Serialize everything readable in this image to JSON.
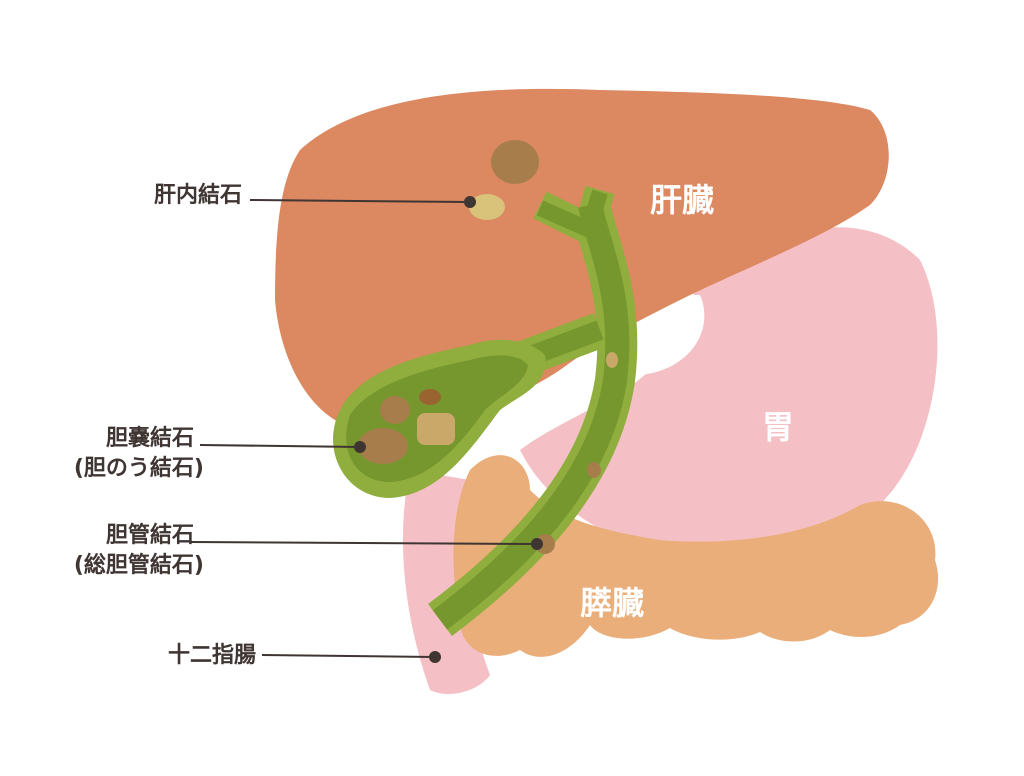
{
  "colors": {
    "liver": "#DC8860",
    "stomach": "#F5C0C5",
    "pancreas": "#EAAE7A",
    "duct_outer": "#8FAE3E",
    "duct_inner": "#76962E",
    "stone": "#A77E4B",
    "label": "#3F3533"
  },
  "organs": {
    "liver": "肝臓",
    "stomach": "胃",
    "pancreas": "膵臓"
  },
  "labels": {
    "intrahepatic": "肝内結石",
    "gallbladder_1": "胆嚢結石",
    "gallbladder_2": "(胆のう結石)",
    "bile_duct_1": "胆管結石",
    "bile_duct_2": "(総胆管結石)",
    "duodenum": "十二指腸"
  }
}
